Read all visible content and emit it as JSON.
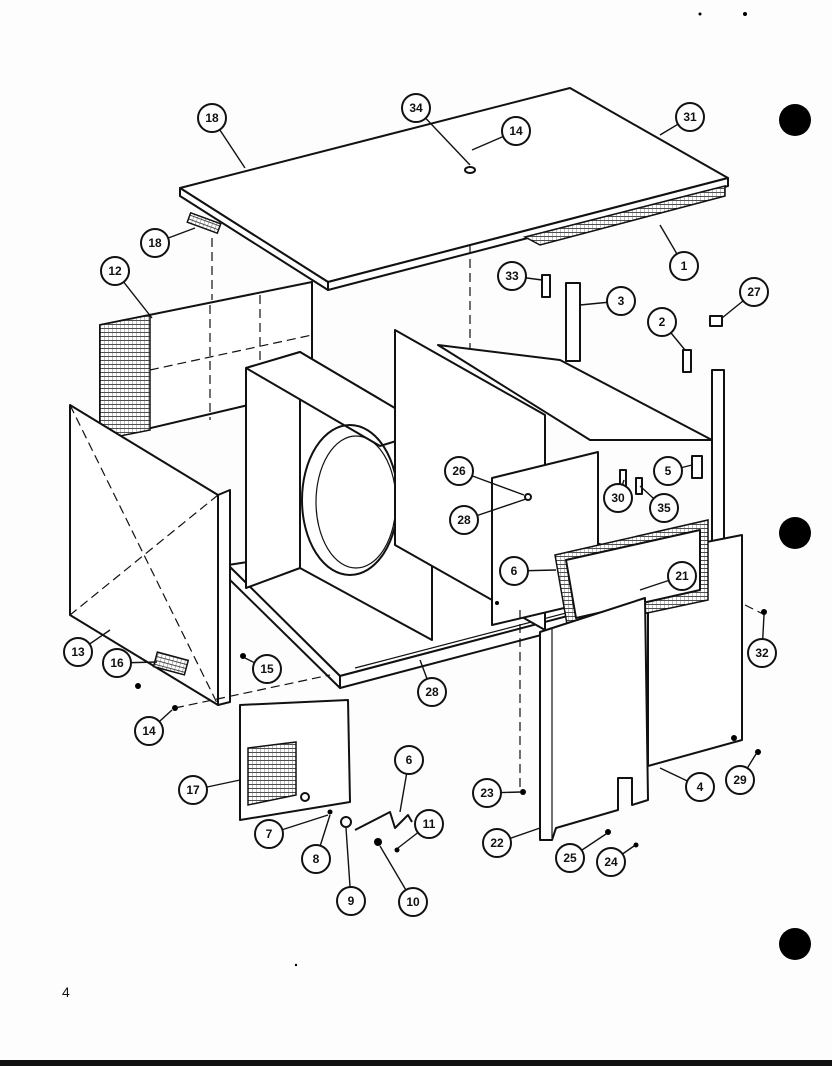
{
  "page_number": "4",
  "callouts": [
    {
      "label": "18"
    },
    {
      "label": "34"
    },
    {
      "label": "14"
    },
    {
      "label": "31"
    },
    {
      "label": "18"
    },
    {
      "label": "1"
    },
    {
      "label": "12"
    },
    {
      "label": "33"
    },
    {
      "label": "3"
    },
    {
      "label": "27"
    },
    {
      "label": "2"
    },
    {
      "label": "26"
    },
    {
      "label": "28"
    },
    {
      "label": "5"
    },
    {
      "label": "30"
    },
    {
      "label": "35"
    },
    {
      "label": "6"
    },
    {
      "label": "21"
    },
    {
      "label": "13"
    },
    {
      "label": "16"
    },
    {
      "label": "15"
    },
    {
      "label": "28"
    },
    {
      "label": "32"
    },
    {
      "label": "14"
    },
    {
      "label": "17"
    },
    {
      "label": "6"
    },
    {
      "label": "23"
    },
    {
      "label": "4"
    },
    {
      "label": "29"
    },
    {
      "label": "7"
    },
    {
      "label": "11"
    },
    {
      "label": "22"
    },
    {
      "label": "8"
    },
    {
      "label": "25"
    },
    {
      "label": "24"
    },
    {
      "label": "9"
    },
    {
      "label": "10"
    }
  ]
}
